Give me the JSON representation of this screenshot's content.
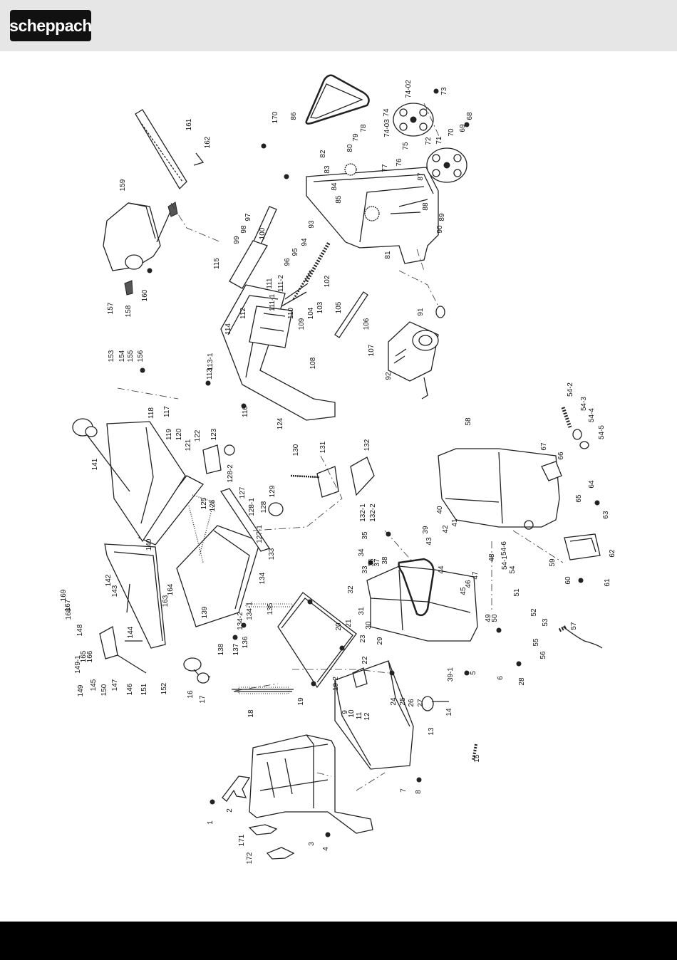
{
  "header": {
    "brand": "scheppach"
  },
  "diagram": {
    "labels": [
      "1",
      "2",
      "3",
      "4",
      "5",
      "6",
      "7",
      "8",
      "9",
      "10",
      "11",
      "12",
      "13",
      "14",
      "15",
      "16",
      "17",
      "18",
      "19",
      "19-2",
      "20",
      "21",
      "22",
      "23",
      "24",
      "25",
      "26",
      "27",
      "28",
      "29",
      "30",
      "31",
      "32",
      "33",
      "34",
      "35",
      "36",
      "37",
      "38",
      "39",
      "39-1",
      "40",
      "41",
      "42",
      "43",
      "44",
      "45",
      "46",
      "47",
      "48",
      "49",
      "50",
      "51",
      "52",
      "53",
      "54",
      "54-1",
      "54-2",
      "54-3",
      "54-4",
      "54-5",
      "54-6",
      "55",
      "56",
      "57",
      "58",
      "59",
      "60",
      "61",
      "62",
      "63",
      "64",
      "65",
      "66",
      "67",
      "68",
      "69",
      "70",
      "71",
      "72",
      "73",
      "74",
      "74-02",
      "74-03",
      "75",
      "76",
      "77",
      "78",
      "79",
      "80",
      "81",
      "82",
      "83",
      "84",
      "85",
      "86",
      "87",
      "88",
      "89",
      "90",
      "91",
      "92",
      "93",
      "94",
      "95",
      "96",
      "97",
      "98",
      "99",
      "100",
      "102",
      "103",
      "104",
      "105",
      "106",
      "107",
      "108",
      "109",
      "110",
      "111",
      "111-1",
      "111-2",
      "112",
      "113",
      "113-1",
      "114",
      "115",
      "116",
      "117",
      "118",
      "119",
      "120",
      "121",
      "122",
      "123",
      "124",
      "125",
      "126",
      "127",
      "127-1",
      "128",
      "128-1",
      "128-2",
      "129",
      "130",
      "131",
      "132",
      "132-1",
      "132-2",
      "133",
      "134",
      "134-1",
      "134-2",
      "135",
      "136",
      "137",
      "138",
      "139",
      "140",
      "141",
      "142",
      "143",
      "144",
      "145",
      "146",
      "147",
      "148",
      "149",
      "149-1",
      "150",
      "151",
      "152",
      "153",
      "154",
      "155",
      "156",
      "157",
      "158",
      "159",
      "160",
      "161",
      "162",
      "163",
      "164",
      "165",
      "166",
      "167",
      "168",
      "169",
      "170",
      "171",
      "172"
    ]
  }
}
